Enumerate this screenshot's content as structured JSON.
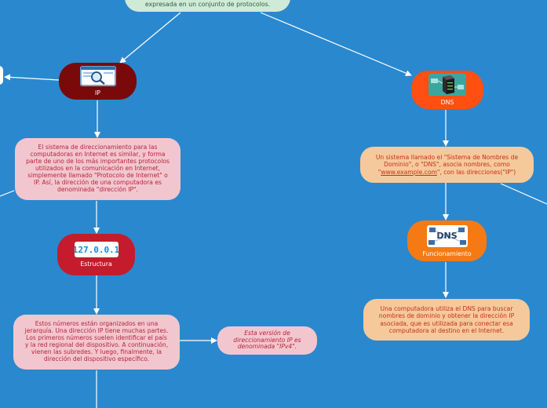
{
  "top_node": {
    "text": "expresada en un conjunto de protocolos."
  },
  "ip": {
    "label": "IP",
    "description": "El sistema de direccionamiento para las computadoras en Internet es similar, y forma parte de uno de los más importantes protocolos utilizados en la comunicación en Internet, simplemente llamado \"Protocolo de Internet\" o IP. Así, la dirección de una computadora es denominada \"dirección IP\"."
  },
  "estructura": {
    "label": "Estructura",
    "image_text": "127.0.0.1",
    "description": "Estos números están organizados en una jerarquía. Una dirección IP tiene muchas partes. Los primeros números suelen identificar el país y la red regional del dispositivo. A continuación, vienen las subredes. Y luego, finalmente, la dirección del dispositivo específico."
  },
  "ipv4_note": {
    "text": "Esta versión de direccionamiento IP es denominada \"IPv4\"."
  },
  "dns": {
    "label": "DNS",
    "description_before": "Un sistema llamado el \"Sistema de Nombres de Dominio\", o \"DNS\", asocia nombres, como \"",
    "description_link": "www.example.com",
    "description_after": "\", con las direcciones(\"IP\")"
  },
  "funcionamiento": {
    "label": "Funcionamiento",
    "image_text": "DNS",
    "description": "Una computadora utiliza el DNS para buscar nombres de dominio y obtener la dirección IP asociada, que es utilizada para conectar esa computadora al destino en el Internet."
  },
  "colors": {
    "background": "#2a88cf",
    "ip_topic": "#7a0a0a",
    "estructura_topic": "#c41c2c",
    "dns_topic": "#ff4f12",
    "funcionamiento_topic": "#f57a14"
  },
  "icons": [
    "magnifier-browser-icon",
    "server-icon",
    "dns-network-icon"
  ]
}
